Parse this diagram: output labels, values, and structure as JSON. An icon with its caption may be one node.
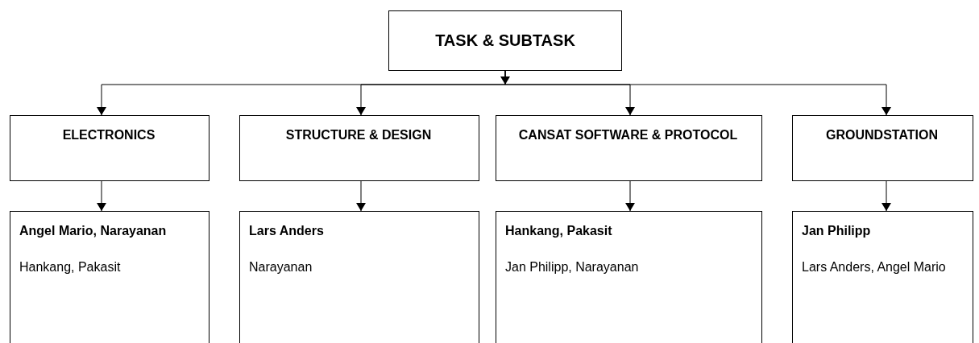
{
  "diagram": {
    "nodes": [
      {
        "text": [
          "TASK & SUBTASK"
        ]
      },
      {
        "text": [
          "ELECTRONICS"
        ]
      },
      {
        "text": [
          "STRUCTURE & DESIGN"
        ]
      },
      {
        "text": [
          "CANSAT SOFTWARE & PROTOCOL"
        ]
      },
      {
        "text": [
          "GROUNDSTATION"
        ]
      },
      {
        "text": [
          "Angel Mario, Narayanan",
          "Hankang, Pakasit"
        ]
      },
      {
        "text": [
          "Lars Anders",
          "Narayanan"
        ]
      },
      {
        "text": [
          "Hankang, Pakasit",
          "Jan Philipp, Narayanan"
        ]
      },
      {
        "text": [
          "Jan Philipp",
          "Lars Anders, Angel Mario"
        ]
      }
    ],
    "edges": [
      {
        "from": 0,
        "to": 1,
        "arrow": "to"
      },
      {
        "from": 0,
        "to": 2,
        "arrow": "to"
      },
      {
        "from": 0,
        "to": 3,
        "arrow": "to"
      },
      {
        "from": 0,
        "to": 4,
        "arrow": "to"
      },
      {
        "from": 1,
        "to": 5,
        "arrow": "to"
      },
      {
        "from": 2,
        "to": 6,
        "arrow": "to"
      },
      {
        "from": 3,
        "to": 7,
        "arrow": "to"
      },
      {
        "from": 4,
        "to": 8,
        "arrow": "to"
      }
    ]
  }
}
